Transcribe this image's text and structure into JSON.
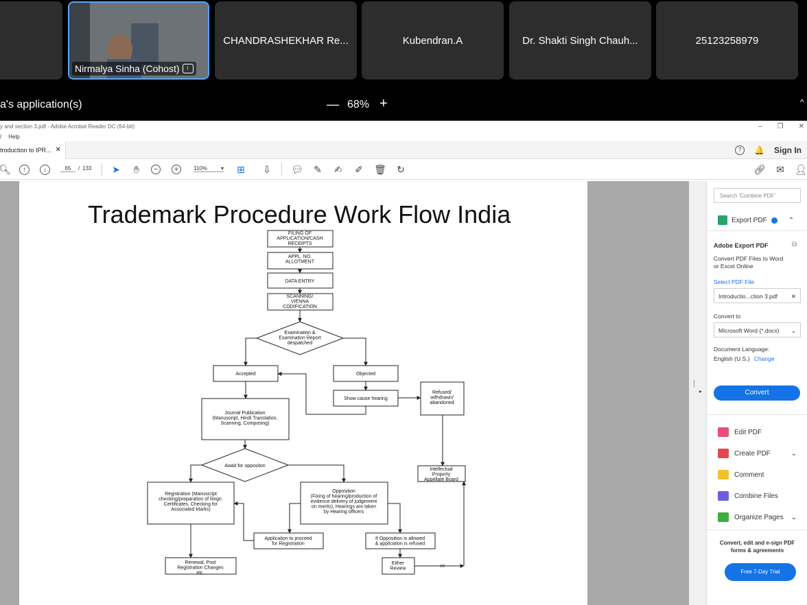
{
  "zoom": {
    "participants": [
      {
        "name": "Nirmalya Sinha (Cohost)",
        "video": true
      },
      {
        "name": "CHANDRASHEKHAR Re...",
        "video": false
      },
      {
        "name": "Kubendran.A",
        "video": false
      },
      {
        "name": "Dr. Shakti Singh Chauh...",
        "video": false
      },
      {
        "name": "25123258979",
        "video": false
      }
    ],
    "share_label": "a's application(s)",
    "zoom_level": "68%",
    "minus": "—",
    "plus": "+"
  },
  "acrobat": {
    "window_title": "y and section 3.pdf - Adobe Acrobat Reader DC (64-bit)",
    "menu_help": "Help",
    "tab_label": "troduction to IPR...",
    "sign_in": "Sign In",
    "page_current": "65",
    "page_sep": "/",
    "page_total": "133",
    "zoom": "110%"
  },
  "slide": {
    "title": "Trademark Procedure Work Flow India",
    "nodes": {
      "filing": [
        "FILING OF",
        "APPLICATION/CASH",
        "RECEIPTS"
      ],
      "appl_no": [
        "APPL. NO.",
        "ALLOTMENT"
      ],
      "data_entry": [
        "DATA ENTRY"
      ],
      "scanning": [
        "SCANNING/",
        "VIENNA",
        "CODIFICATION"
      ],
      "exam": [
        "Examination &",
        "Examination Report",
        "despatched"
      ],
      "accepted": [
        "Accepted"
      ],
      "objected": [
        "Objected"
      ],
      "show_cause": [
        "Show cause hearing"
      ],
      "refused": [
        "Refused/",
        "withdrawn/",
        "abandoned"
      ],
      "journal": [
        "Journal Publication",
        "(Manusoript, Hindi Translation,",
        "Scanning, Composing)"
      ],
      "await": [
        "Await for oppositon"
      ],
      "registration": [
        "Registration (Manuscript",
        "checking/preparation of Regn.",
        "Certificates, Checking for",
        "Associated Marks)"
      ],
      "opposition": [
        "Opposition",
        "(Fixing of hearing/production of",
        "evidence delivery of judgement",
        "on merits), Hearings are taken",
        "by Hearing officers"
      ],
      "ipab": [
        "Intellectual",
        "Property",
        "Appellate Board"
      ],
      "app_proceed": [
        "Application to proceed",
        "for Registration"
      ],
      "if_opp": [
        "If Opposition is allowed",
        "& application is refused"
      ],
      "renewal": [
        "Renewal, Post",
        "Registration Changes",
        "etc."
      ],
      "either": [
        "Either",
        "Review"
      ],
      "or_label": "OR"
    }
  },
  "pane": {
    "search_placeholder": "Search 'Combine PDF'",
    "export_pdf": "Export PDF",
    "adobe_export": "Adobe Export PDF",
    "convert_desc": "Convert PDF Files to Word or Excel Online",
    "select_pdf": "Select PDF File",
    "file_name": "Introductio...ction 3.pdf",
    "convert_to": "Convert to",
    "format": "Microsoft Word (*.docx)",
    "doc_lang_label": "Document Language:",
    "doc_lang": "English (U.S.)",
    "change": "Change",
    "convert_btn": "Convert",
    "tools": [
      "Edit PDF",
      "Create PDF",
      "Comment",
      "Combine Files",
      "Organize Pages"
    ],
    "promo": "Convert, edit and e-sign PDF forms & agreements",
    "trial_btn": "Free 7-Day Trial"
  },
  "colors": {
    "accent": "#1473e6",
    "zoom_blue": "#5aa7f5"
  }
}
